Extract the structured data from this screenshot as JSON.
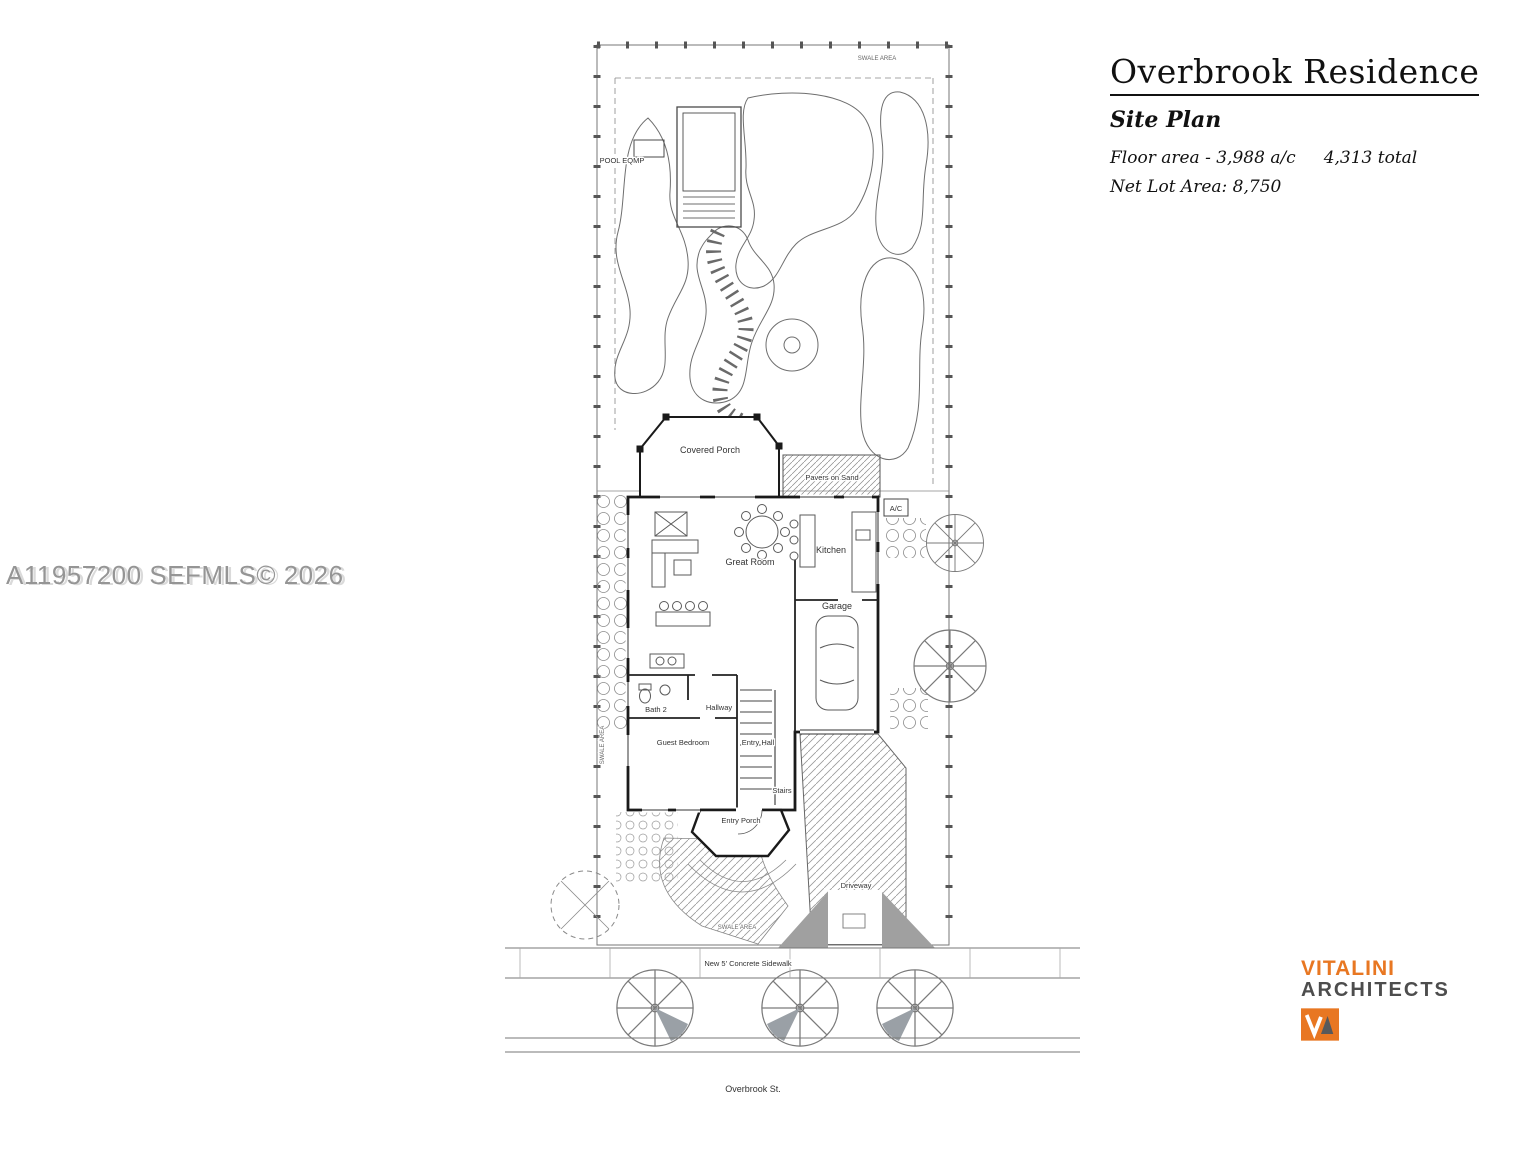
{
  "title_block": {
    "title": "Overbrook Residence",
    "subtitle": "Site Plan",
    "floor_area": "Floor area - 3,988 a/c",
    "floor_area_total": "4,313 total",
    "net_lot_area": "Net Lot Area: 8,750"
  },
  "watermark": "A11957200  SEFMLS© 2026",
  "plan_labels": {
    "pool_equipment": "POOL EQMP",
    "covered_porch": "Covered Porch",
    "pavers_on_sand": "Pavers on Sand",
    "ac_unit": "A/C",
    "great_room": "Great Room",
    "kitchen": "Kitchen",
    "garage": "Garage",
    "bath_2": "Bath 2",
    "hallway": "Hallway",
    "guest_bedroom": "Guest Bedroom",
    "entry_hall": "Entry Hall",
    "stairs": "Stairs",
    "entry_porch": "Entry Porch",
    "driveway": "Driveway",
    "swale_area": "SWALE AREA",
    "sidewalk": "New 5' Concrete Sidewalk",
    "street": "Overbrook St."
  },
  "branding": {
    "firm_name_line1": "VITALINI",
    "firm_name_line2": "ARCHITECTS",
    "accent_color": "#e87722",
    "dark_color": "#4d4d4d"
  }
}
